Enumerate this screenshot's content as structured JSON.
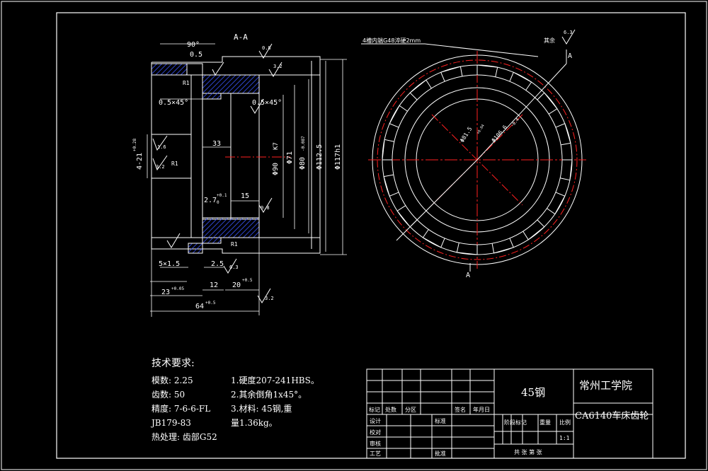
{
  "section_label": "A-A",
  "section_marker": "A",
  "dims": {
    "angle": "90°",
    "chamfer_top": "0.5",
    "chamfer_left": "0.5×45°",
    "chamfer_right": "0.5×45°",
    "width_33": "33",
    "width_15": "15",
    "groove": "2.7",
    "groove_tol": "+0.1",
    "groove_tol0": "0",
    "keyslot": "4-21",
    "keyslot_tol": "+0.28",
    "groove_5": "5×1.5",
    "step_25": "2.5",
    "w12": "12",
    "w20": "20",
    "w20_tol": "+0.5",
    "w23": "23",
    "w23_tol": "+0.05",
    "w64": "64",
    "w64_tol": "+0.5",
    "d_bore": "Φ90",
    "d_bore_fit": "K7",
    "d71": "Φ71",
    "d80": "Φ80",
    "d80_tol": "-0.087",
    "d1125": "Φ112.5",
    "d117": "Φ117h1",
    "d106": "Φ106.6",
    "d106_tol": "-0.4",
    "d815": "Φ81.5",
    "d815_tol": "+0.04",
    "hole_note": "4槽内端G48淬硬2mm",
    "rough_08": "0.8",
    "rough_16": "1.6",
    "rough_32": "3.2",
    "rough_63": "6.3",
    "rough_rest": "其余",
    "r_label": "R1"
  },
  "tech": {
    "heading": "技术要求:",
    "left": [
      "模数: 2.25",
      "齿数: 50",
      "精度: 7-6-6-FL",
      "JB179-83",
      "热处理: 齿部G52"
    ],
    "right": [
      "1.硬度207-241HBS。",
      "2.其余倒角1x45°。",
      "3.材料: 45钢,重",
      "量1.36kg。"
    ]
  },
  "title_block": {
    "material": "45钢",
    "school": "常州工学院",
    "part_name": "CA6140车床齿轮",
    "row_labels": [
      "标记",
      "处数",
      "分区",
      "签名",
      "年月日"
    ],
    "design": "设计",
    "standard": "标准",
    "check": "校对",
    "review": "审核",
    "process": "工艺",
    "approve": "批准",
    "stage": "阶段标记",
    "weight": "重量",
    "scale_label": "比例",
    "scale": "1:1",
    "sheets": "共 张 第 张"
  }
}
